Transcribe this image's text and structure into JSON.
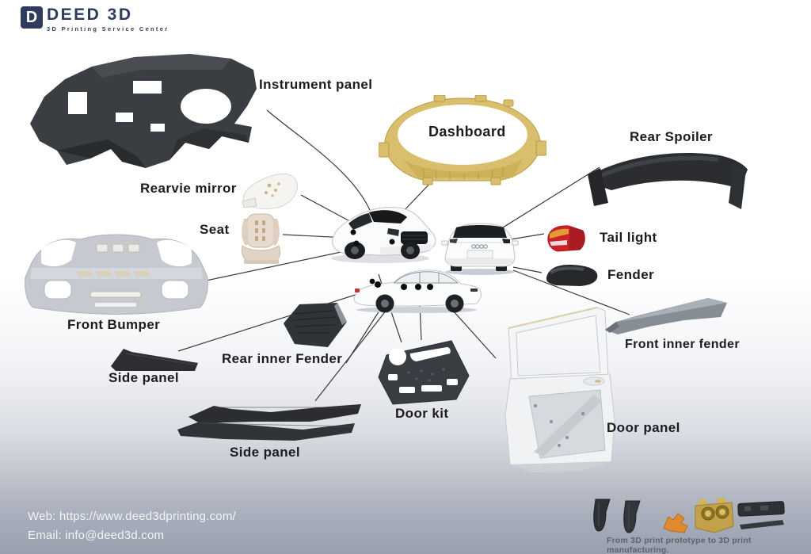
{
  "logo": {
    "icon_letter": "D",
    "name": "DEED 3D",
    "tagline": "3D Printing Service Center"
  },
  "parts": {
    "instrument_panel": {
      "label": "Instrument panel"
    },
    "dashboard": {
      "label": "Dashboard"
    },
    "rear_spoiler": {
      "label": "Rear Spoiler"
    },
    "rearview_mirror": {
      "label": "Rearvie mirror"
    },
    "seat": {
      "label": "Seat"
    },
    "front_bumper": {
      "label": "Front Bumper"
    },
    "tail_light": {
      "label": "Tail light"
    },
    "fender": {
      "label": "Fender"
    },
    "side_panel_upper": {
      "label": "Side panel"
    },
    "rear_inner_fender": {
      "label": "Rear inner Fender"
    },
    "side_panel_lower": {
      "label": "Side panel"
    },
    "door_kit": {
      "label": "Door kit"
    },
    "door_panel": {
      "label": "Door panel"
    },
    "front_inner_fender": {
      "label": "Front inner fender"
    }
  },
  "footer": {
    "web": "Web: https://www.deed3dprinting.com/",
    "email": "Email: info@deed3d.com",
    "caption": "From 3D print prototype to 3D print manufacturing."
  },
  "colors": {
    "brand_navy": "#2e3b5e",
    "label_text": "#1c1c1e",
    "gold_part": "#d9bf6d",
    "dark_part": "#36393d",
    "silver_part": "#c6cad0",
    "tail_light_red": "#cc2127",
    "footer_text": "#f3f4f6",
    "footer_bg_bottom": "#98a0af"
  }
}
